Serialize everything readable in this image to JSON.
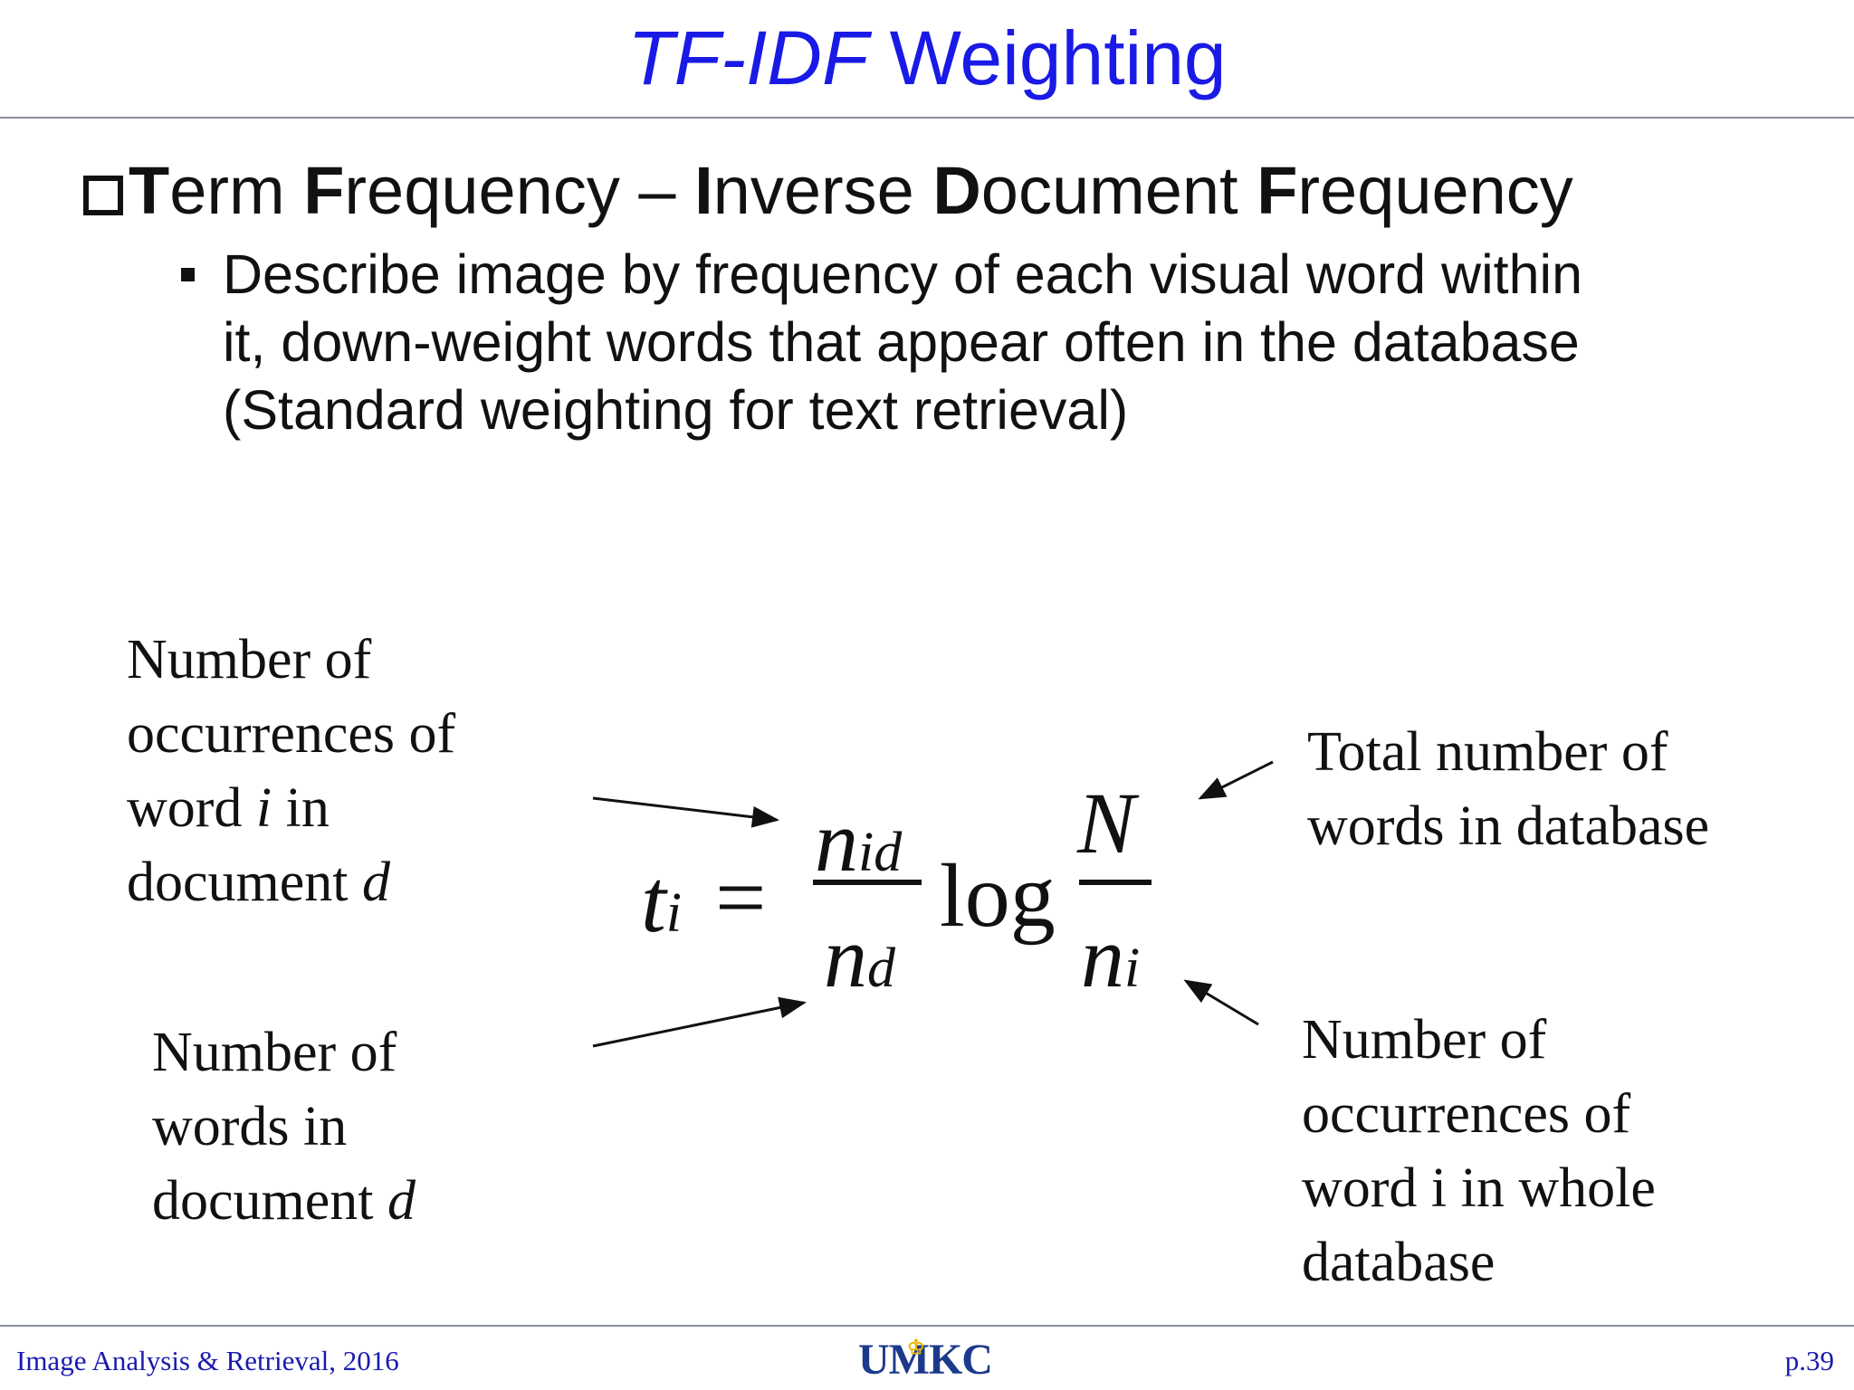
{
  "slide": {
    "title_italic": "TF-IDF",
    "title_rest": "Weighting",
    "heading": [
      "T",
      "erm ",
      "F",
      "requency – ",
      "I",
      "nverse ",
      "D",
      "ocument ",
      "F",
      "requency"
    ],
    "bullet_lines": [
      "Describe image by frequency of each visual word within",
      "it, down-weight words that appear often in the database",
      "(Standard weighting for text retrieval)"
    ]
  },
  "formula": {
    "lhs": "t",
    "lhs_sub": "i",
    "equals": "=",
    "num1": "n",
    "num1_sub": "id",
    "den1": "n",
    "den1_sub": "d",
    "log": "log",
    "num2": "N",
    "den2": "n",
    "den2_sub": "i"
  },
  "annotations": {
    "top_left": {
      "line1": "Number of",
      "line2": "occurrences of",
      "line3_a": "word ",
      "line3_i": "i",
      "line3_b": " in",
      "line4_a": "document ",
      "line4_i": "d"
    },
    "bottom_left": {
      "line1": "Number of",
      "line2": "words in",
      "line3_a": "document ",
      "line3_i": "d"
    },
    "top_right": {
      "line1": "Total number of",
      "line2": "words in database"
    },
    "bottom_right": {
      "line1": "Number of",
      "line2": "occurrences of",
      "line3": "word i in whole",
      "line4": "database"
    }
  },
  "footer": {
    "course": "Image Analysis & Retrieval, 2016",
    "logo": "UMKC",
    "page": "p.39"
  },
  "colors": {
    "title": "#1a1ae6",
    "footer_text": "#1a1ab0",
    "logo_blue": "#1b3a8c",
    "logo_gold": "#e8b800"
  }
}
